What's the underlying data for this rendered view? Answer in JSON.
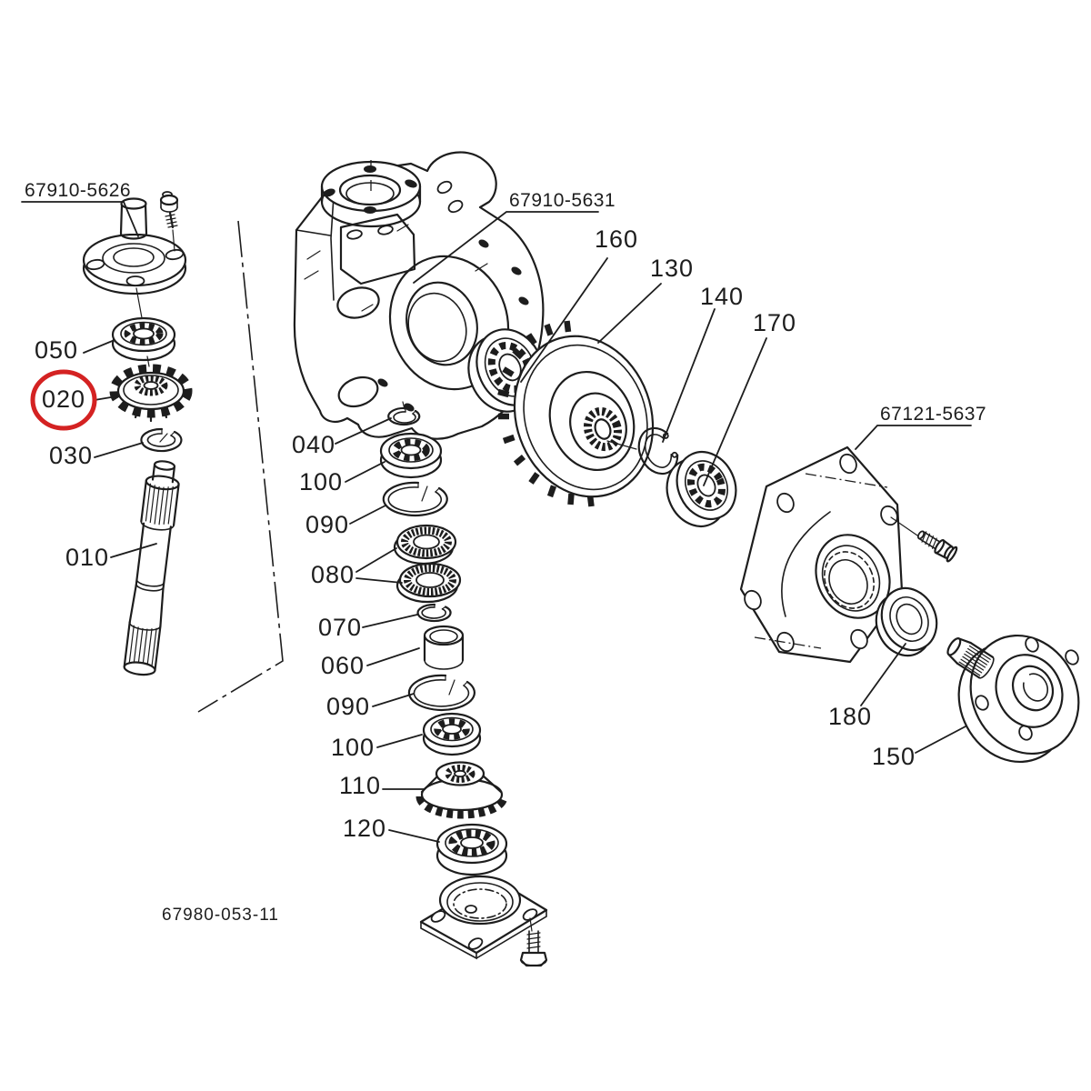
{
  "diagram": {
    "kind": "exploded-parts-diagram",
    "background": "#ffffff",
    "ink": "#1d1d1d",
    "drawing_code": "67980-053-11",
    "part_numbers": {
      "pn_5626": "67910-5626",
      "pn_5631": "67910-5631",
      "pn_5637": "67121-5637"
    },
    "callouts": {
      "c010": "010",
      "c020": "020",
      "c030": "030",
      "c040": "040",
      "c050": "050",
      "c060": "060",
      "c070": "070",
      "c080": "080",
      "c090_upper": "090",
      "c090_lower": "090",
      "c100_upper": "100",
      "c100_lower": "100",
      "c110": "110",
      "c120": "120",
      "c130": "130",
      "c140": "140",
      "c150": "150",
      "c160": "160",
      "c170": "170",
      "c180": "180"
    },
    "highlight": {
      "circled_callout": "020",
      "circle_color": "#d42222"
    }
  }
}
